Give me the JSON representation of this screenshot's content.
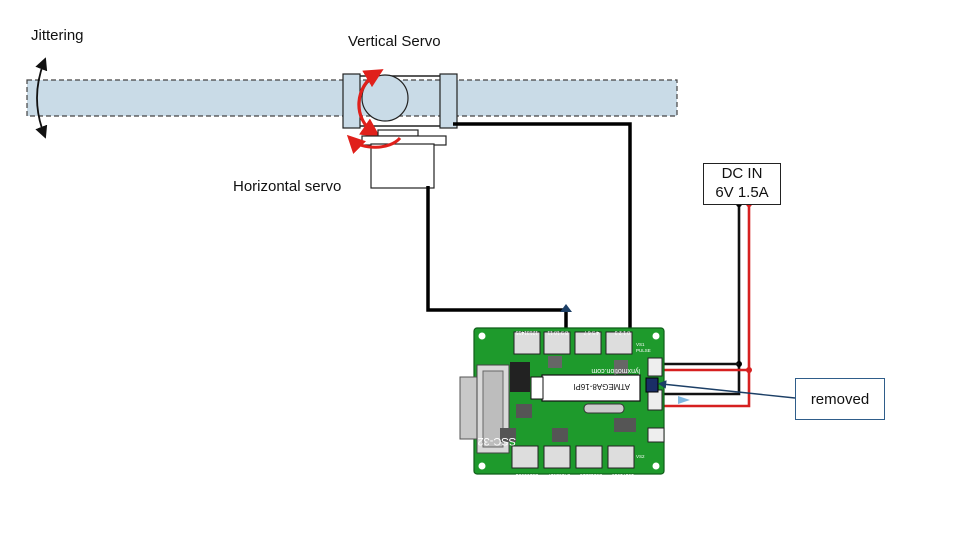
{
  "labels": {
    "jittering": "Jittering",
    "vertical_servo": "Vertical Servo",
    "horizontal_servo": "Horizontal servo",
    "dc_in_title": "DC IN",
    "dc_in_spec": "6V 1.5A",
    "removed": "removed"
  },
  "board": {
    "name": "SSC-32",
    "chip": "ATMEGA8-16PI",
    "url": "lynxmotion.com",
    "pin_groups_top": [
      "12131415",
      "8 9 10 11",
      "4 5 6 7",
      "0 1 2 3"
    ],
    "pin_groups_bottom": [
      "28293031",
      "24252627",
      "20212223",
      "16171819"
    ],
    "power_labels": [
      "PULSE",
      "VS1",
      "VS2"
    ]
  },
  "colors": {
    "beam_fill": "#c9dbe7",
    "board_green": "#1e9a2c",
    "wire_black": "#000000",
    "wire_red": "#d62020",
    "rotation_arrow": "#e0201b",
    "callout_border": "#2f5d8a",
    "callout_line": "#1c3f66"
  }
}
